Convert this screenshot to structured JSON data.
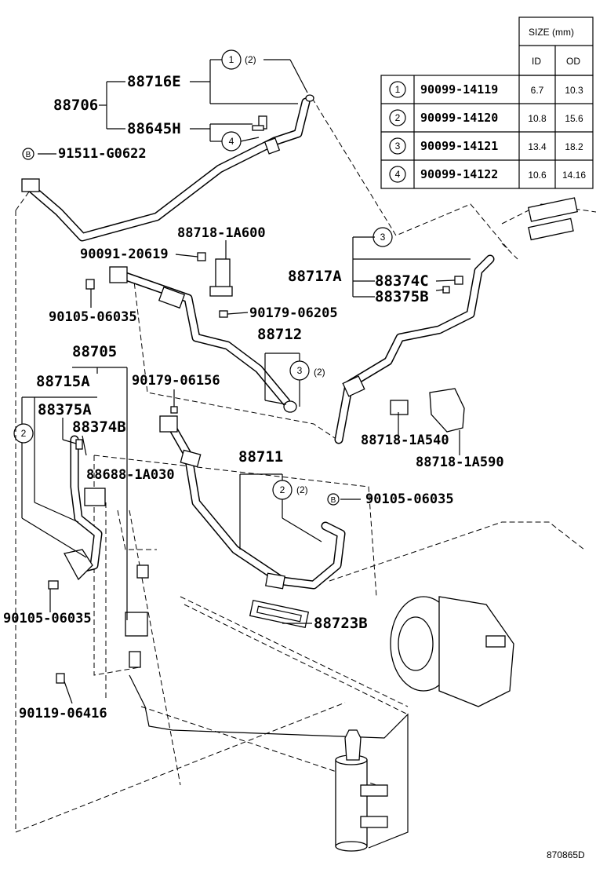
{
  "size_table": {
    "header_size": "SIZE (mm)",
    "header_id": "ID",
    "header_od": "OD",
    "rows": [
      {
        "num": "1",
        "part": "90099-14119",
        "id": "6.7",
        "od": "10.3"
      },
      {
        "num": "2",
        "part": "90099-14120",
        "id": "10.8",
        "od": "15.6"
      },
      {
        "num": "3",
        "part": "90099-14121",
        "id": "13.4",
        "od": "18.2"
      },
      {
        "num": "4",
        "part": "90099-14122",
        "id": "10.6",
        "od": "14.16"
      }
    ]
  },
  "labels": {
    "p88716E": "88716E",
    "p88706": "88706",
    "p88645H": "88645H",
    "p91511": "91511-G0622",
    "p88718_1A600": "88718-1A600",
    "p90091": "90091-20619",
    "p90105_a": "90105-06035",
    "p88717A": "88717A",
    "p88374C": "88374C",
    "p88375B": "88375B",
    "p90179_06205": "90179-06205",
    "p88712": "88712",
    "p88705": "88705",
    "p88715A": "88715A",
    "p90179_06156": "90179-06156",
    "p88375A": "88375A",
    "p88374B": "88374B",
    "p88718_1A540": "88718-1A540",
    "p88718_1A590": "88718-1A590",
    "p88688": "88688-1A030",
    "p88711": "88711",
    "p90105_b": "90105-06035",
    "p90105_c": "90105-06035",
    "p88723B": "88723B",
    "p90119": "90119-06416",
    "footer_code": "870865D"
  },
  "callouts": {
    "c1": "1",
    "c1_qty": "(2)",
    "c4": "4",
    "c3a": "3",
    "c3b": "3",
    "c3b_qty": "(2)",
    "c2a": "2",
    "c2b": "2",
    "c2b_qty": "(2)",
    "bolt_mark_a": "B",
    "bolt_mark_b": "B"
  }
}
